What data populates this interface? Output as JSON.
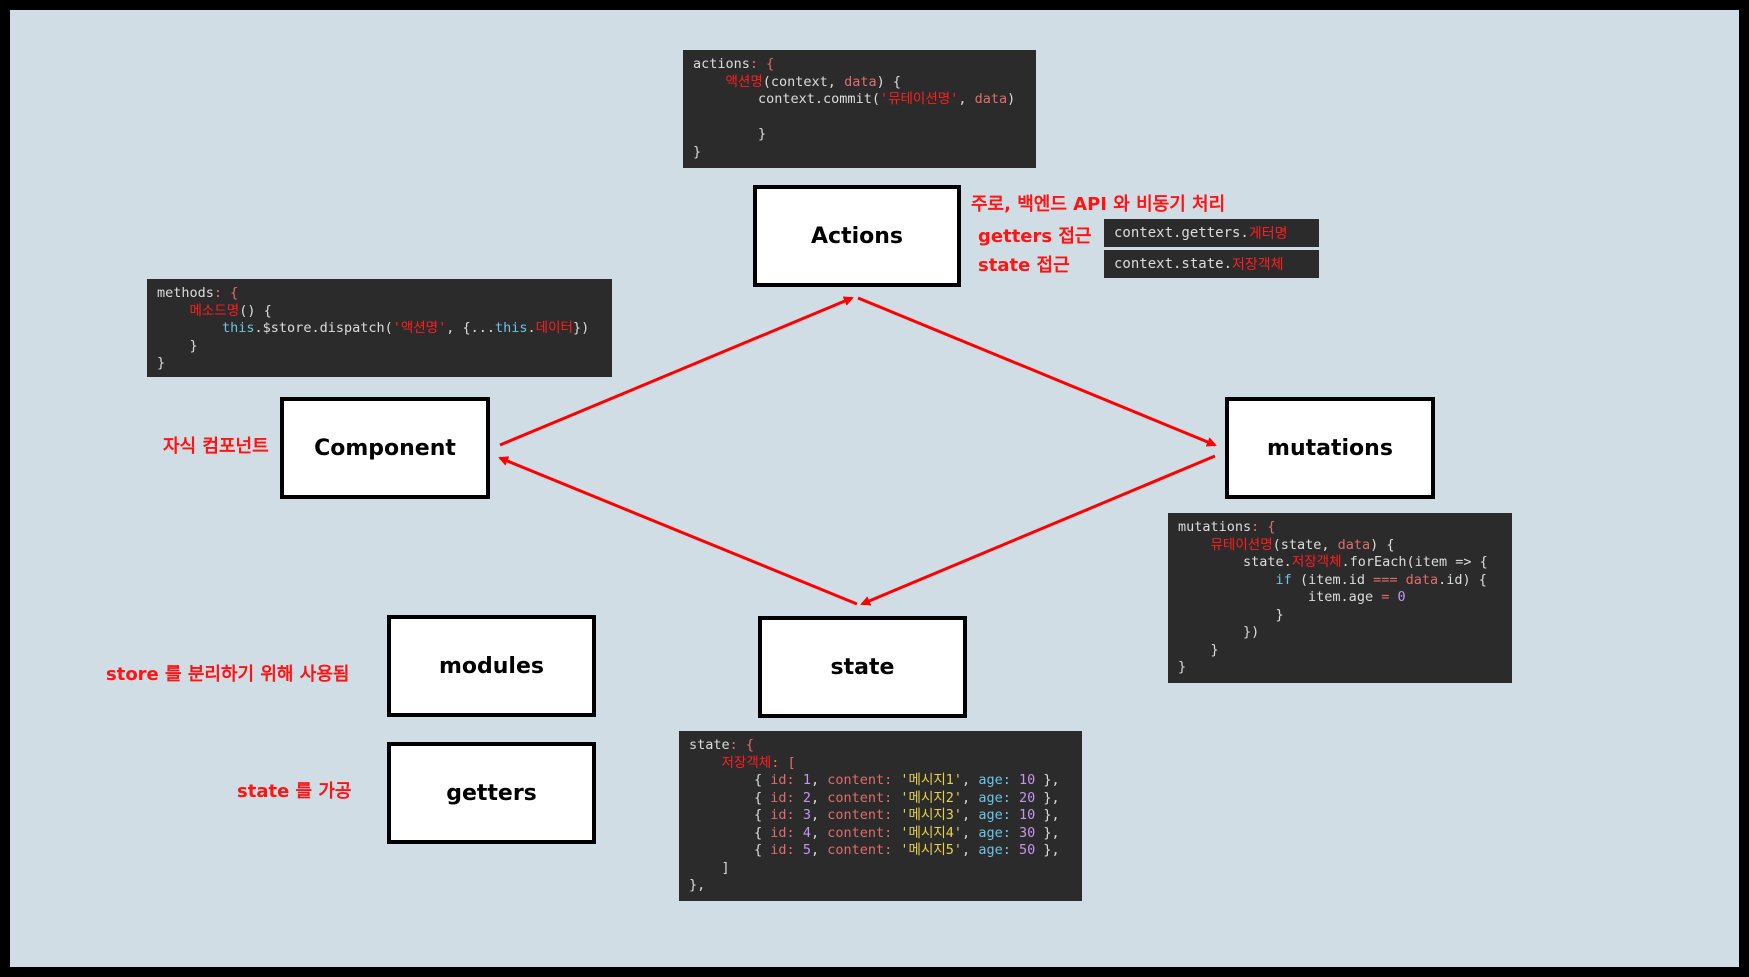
{
  "boxes": {
    "actions": "Actions",
    "component": "Component",
    "mutations": "mutations",
    "state": "state",
    "modules": "modules",
    "getters": "getters"
  },
  "labels": {
    "actions_note": "주로, 백엔드 API 와 비동기 처리",
    "getters_access": "getters 접근",
    "state_access": "state 접근",
    "child_component": "자식 컴포넌트",
    "modules_note": "store 를 분리하기 위해 사용됨",
    "getters_note": "state 를 가공"
  },
  "mini": {
    "getters_prefix": "context.getters.",
    "getters_name": "게터명",
    "state_prefix": "context.state.",
    "state_name": "저장객체"
  },
  "code": {
    "actions": {
      "l1a": "actions",
      "l1b": ": {",
      "l2a": "액션명",
      "l2b": "(context, ",
      "l2c": "data",
      "l2d": ") {",
      "l3a": "context.commit(",
      "l3b": "'뮤테이션명'",
      "l3c": ", ",
      "l3d": "data",
      "l3e": ")",
      "l5": "}",
      "l6": "}"
    },
    "methods": {
      "l1a": "methods",
      "l1b": ": {",
      "l2a": "메소드명",
      "l2b": "() {",
      "l3a": "this",
      "l3b": ".$store.dispatch(",
      "l3c": "'액션명'",
      "l3d": ", {...",
      "l3e": "this",
      "l3f": ".",
      "l3g": "데이터",
      "l3h": "})",
      "l4": "}",
      "l5": "}"
    },
    "mutations": {
      "l1a": "mutations",
      "l1b": ": {",
      "l2a": "뮤테이션명",
      "l2b": "(state, ",
      "l2c": "data",
      "l2d": ") {",
      "l3a": "state.",
      "l3b": "저장객체",
      "l3c": ".forEach(item => {",
      "l4a": "if",
      "l4b": " (item.id ",
      "l4c": "===",
      "l4d": " ",
      "l4e": "data",
      "l4f": ".id) {",
      "l5a": "item.age ",
      "l5b": "=",
      "l5c": " ",
      "l5d": "0",
      "l6": "}",
      "l7": "})",
      "l8": "}",
      "l9": "}"
    },
    "state": {
      "l1a": "state",
      "l1b": ": {",
      "l2a": "저장객체",
      "l2b": ": [",
      "rows": [
        {
          "id": "1",
          "content": "'메시지1'",
          "age": "10"
        },
        {
          "id": "2",
          "content": "'메시지2'",
          "age": "20"
        },
        {
          "id": "3",
          "content": "'메시지3'",
          "age": "10"
        },
        {
          "id": "4",
          "content": "'메시지4'",
          "age": "30"
        },
        {
          "id": "5",
          "content": "'메시지5'",
          "age": "50"
        }
      ],
      "close_bracket": "]",
      "close_brace": "},"
    }
  },
  "colors": {
    "arrow": "#ff0000",
    "background": "#d1dde4",
    "code_bg": "#2b2b2b"
  }
}
